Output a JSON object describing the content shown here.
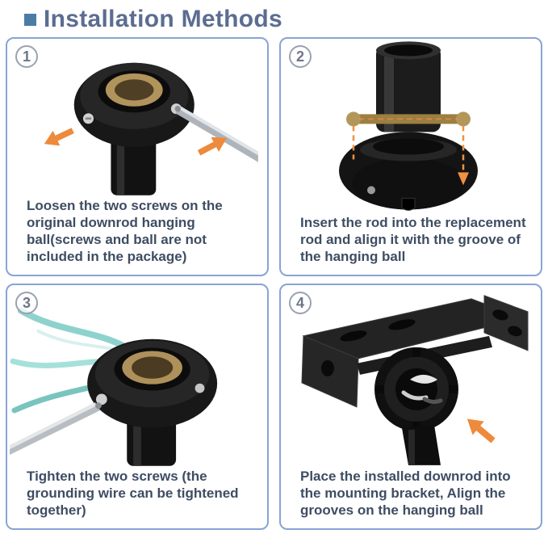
{
  "title": "Installation Methods",
  "colors": {
    "title_text": "#5b6d90",
    "title_bullet": "#4a7ca6",
    "panel_border": "#88a4d4",
    "caption_text": "#3e4d63",
    "arrow_accent": "#ed8a3c",
    "brass": "#b1945c",
    "wire_teal": "#8ed2cd"
  },
  "steps": [
    {
      "number": "1",
      "caption": "Loosen the two screws on the original downrod hanging ball(screws and ball are not included in the package)",
      "illustration": "downrod-hanging-ball-screwdriver-loosening-screws"
    },
    {
      "number": "2",
      "caption": "Insert the rod into the replacement rod and align it with the groove of the hanging ball",
      "illustration": "replacement-rod-cross-pin-aligned-to-hanging-ball-groove"
    },
    {
      "number": "3",
      "caption": "Tighten the two screws (the grounding wire can be tightened together)",
      "illustration": "screwdriver-tightening-screws-with-grounding-wires"
    },
    {
      "number": "4",
      "caption": "Place the installed downrod into the mounting bracket, Align the grooves on the hanging ball",
      "illustration": "downrod-ball-seated-in-ceiling-mounting-bracket"
    }
  ]
}
